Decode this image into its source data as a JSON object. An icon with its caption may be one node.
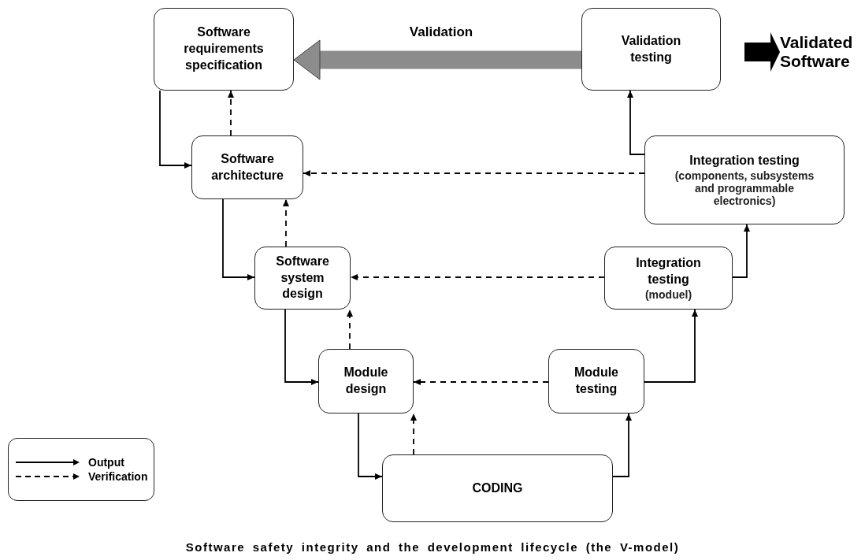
{
  "diagram": {
    "caption": "Software safety integrity and the development lifecycle (the V-model)",
    "nodes": [
      {
        "text": [
          "Software requirements specification"
        ]
      },
      {
        "text": [
          "Validation testing"
        ]
      },
      {
        "text": [
          "Software architecture"
        ]
      },
      {
        "text": [
          "Integration testing",
          "(components, subsystems and programmable electronics)"
        ]
      },
      {
        "text": [
          "Software system design"
        ]
      },
      {
        "text": [
          "Integration testing",
          "(moduel)"
        ]
      },
      {
        "text": [
          "Module design"
        ]
      },
      {
        "text": [
          "Module testing"
        ]
      },
      {
        "text": [
          "CODING"
        ]
      },
      {
        "text": [
          "Validated Software"
        ]
      }
    ],
    "edges": [
      {
        "from": 1,
        "to": 0,
        "arrow": "to",
        "label": "Validation",
        "style": "thick",
        "color": "#8c8c8c"
      },
      {
        "from": 0,
        "to": 2,
        "arrow": "to"
      },
      {
        "from": 2,
        "to": 0,
        "arrow": "to",
        "style": "dashed"
      },
      {
        "from": 3,
        "to": 2,
        "arrow": "to",
        "style": "dashed"
      },
      {
        "from": 3,
        "to": 1,
        "arrow": "to"
      },
      {
        "from": 2,
        "to": 4,
        "arrow": "to"
      },
      {
        "from": 4,
        "to": 2,
        "arrow": "to",
        "style": "dashed"
      },
      {
        "from": 5,
        "to": 4,
        "arrow": "to",
        "style": "dashed"
      },
      {
        "from": 5,
        "to": 3,
        "arrow": "to"
      },
      {
        "from": 4,
        "to": 6,
        "arrow": "to"
      },
      {
        "from": 6,
        "to": 4,
        "arrow": "to",
        "style": "dashed"
      },
      {
        "from": 7,
        "to": 6,
        "arrow": "to",
        "style": "dashed"
      },
      {
        "from": 7,
        "to": 5,
        "arrow": "to"
      },
      {
        "from": 6,
        "to": 8,
        "arrow": "to"
      },
      {
        "from": 8,
        "to": 6,
        "arrow": "to",
        "style": "dashed"
      },
      {
        "from": 8,
        "to": 7,
        "arrow": "to"
      },
      {
        "from": null,
        "to": 9,
        "arrow": "to",
        "style": "thick"
      }
    ],
    "legend": [
      {
        "text": "Output"
      },
      {
        "text": "Verification"
      }
    ]
  }
}
